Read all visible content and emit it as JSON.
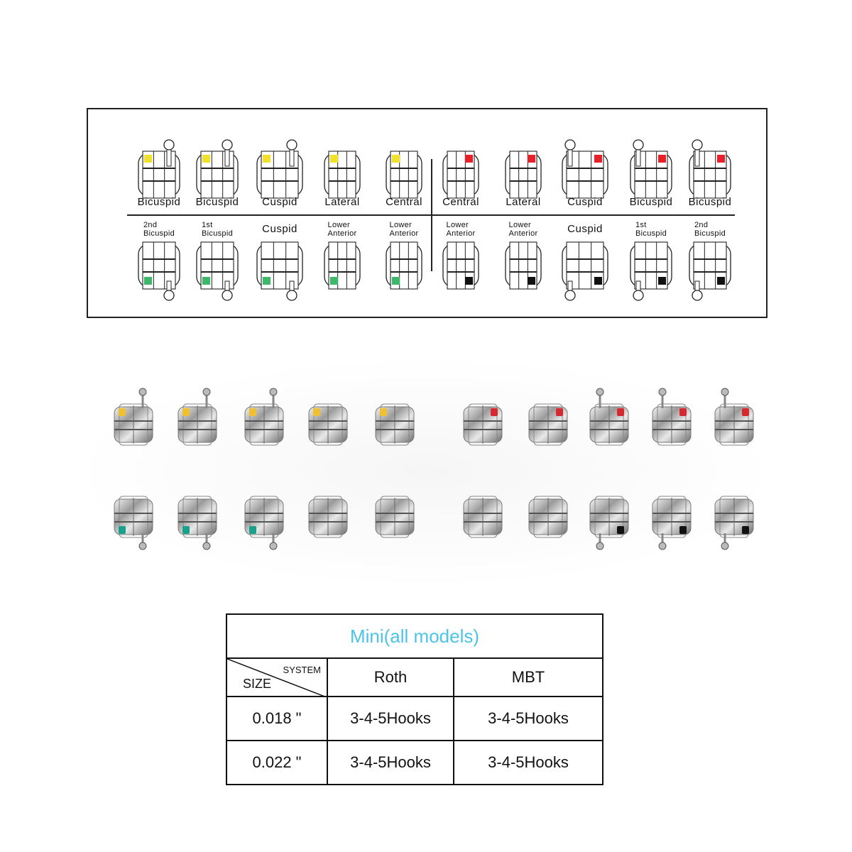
{
  "diagram": {
    "upper_labels": [
      "Bicuspid",
      "Bicuspid",
      "Cuspid",
      "Lateral",
      "Central",
      "Central",
      "Lateral",
      "Cuspid",
      "Bicuspid",
      "Bicuspid"
    ],
    "lower_labels": [
      [
        "2nd",
        "Bicuspid"
      ],
      [
        "1st",
        "Bicuspid"
      ],
      [
        "Cuspid"
      ],
      [
        "Lower",
        "Anterior"
      ],
      [
        "Lower",
        "Anterior"
      ],
      [
        "Lower",
        "Anterior"
      ],
      [
        "Lower",
        "Anterior"
      ],
      [
        "Cuspid"
      ],
      [
        "1st",
        "Bicuspid"
      ],
      [
        "2nd",
        "Bicuspid"
      ]
    ],
    "upper_hooks": [
      true,
      true,
      true,
      false,
      false,
      false,
      false,
      true,
      true,
      true
    ],
    "lower_hooks": [
      true,
      true,
      true,
      false,
      false,
      false,
      false,
      true,
      true,
      true
    ],
    "colors": {
      "upper_left": "#f2e12a",
      "upper_right": "#e8202a",
      "lower_left": "#3db86a",
      "lower_right": "#111111",
      "photo_lower_left": "#17a08a"
    }
  },
  "table": {
    "title": "Mini(all models)",
    "corner_system": "SYSTEM",
    "corner_size": "SIZE",
    "columns": [
      "Roth",
      "MBT"
    ],
    "rows": [
      {
        "size": "0.018 \"",
        "roth": "3-4-5Hooks",
        "mbt": "3-4-5Hooks"
      },
      {
        "size": "0.022 \"",
        "roth": "3-4-5Hooks",
        "mbt": "3-4-5Hooks"
      }
    ]
  }
}
